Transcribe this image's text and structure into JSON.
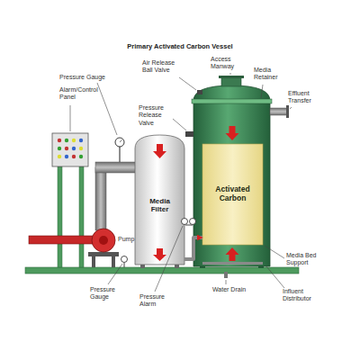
{
  "diagram": {
    "title": "Primary Activated Carbon Vessel",
    "nodes": [
      {
        "text": [
          "Media Filter"
        ]
      },
      {
        "text": [
          "Activated Carbon"
        ]
      }
    ],
    "edges": [
      {
        "from": 0,
        "to": 1,
        "arrow": "to"
      }
    ],
    "labels": [
      "Pressure Gauge",
      "Alarm/Control Panel",
      "Air Release Ball Valve",
      "Access Manway",
      "Media Retainer",
      "Effluent Transfer",
      "Pressure Release Valve",
      "Pump",
      "Media Bed Support",
      "Pressure Gauge",
      "Pressure Alarm",
      "Water Drain",
      "Influent Distributor"
    ]
  }
}
